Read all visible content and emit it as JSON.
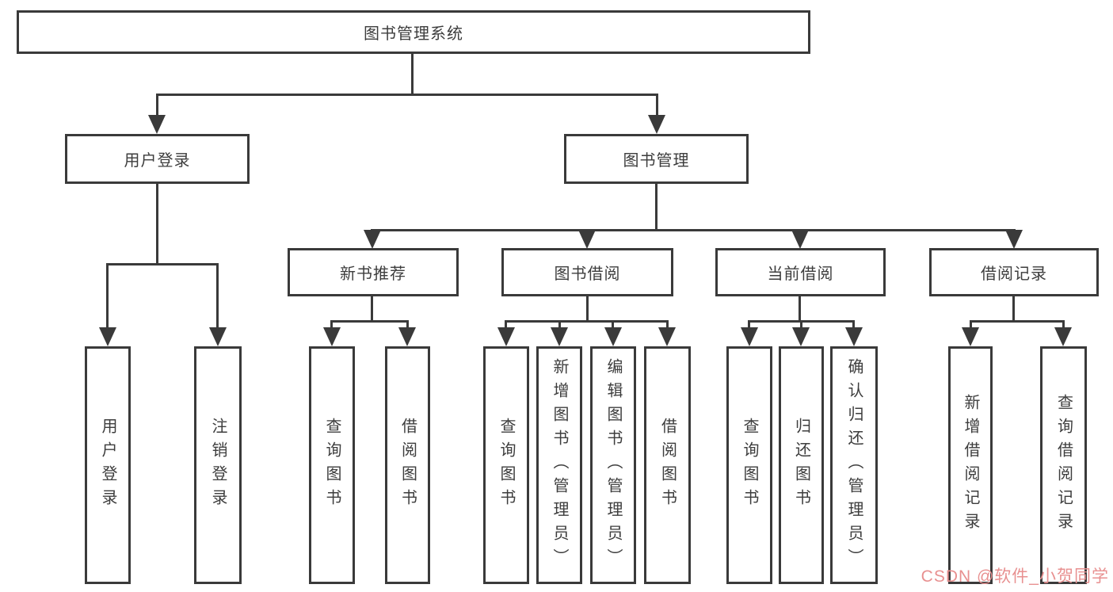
{
  "diagram": {
    "root": {
      "label": "图书管理系统"
    },
    "branches": [
      {
        "label": "用户登录",
        "leaves": [
          "用户登录",
          "注销登录"
        ]
      },
      {
        "label": "图书管理",
        "groups": [
          {
            "label": "新书推荐",
            "leaves": [
              "查询图书",
              "借阅图书"
            ]
          },
          {
            "label": "图书借阅",
            "leaves": [
              "查询图书",
              "新增图书（管理员）",
              "编辑图书（管理员）",
              "借阅图书"
            ]
          },
          {
            "label": "当前借阅",
            "leaves": [
              "查询图书",
              "归还图书",
              "确认归还（管理员）"
            ]
          },
          {
            "label": "借阅记录",
            "leaves": [
              "新增借阅记录",
              "查询借阅记录"
            ]
          }
        ]
      }
    ]
  },
  "watermark": {
    "text": "CSDN @软件_小贺同学",
    "color": "#e89090"
  },
  "colors": {
    "line": "#3a3a3a",
    "text": "#3d3d3d",
    "box_fill": "#ffffff"
  }
}
